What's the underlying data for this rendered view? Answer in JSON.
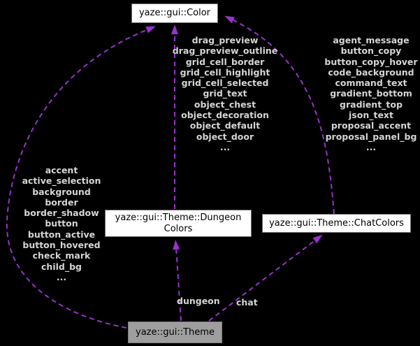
{
  "nodes": {
    "color": {
      "label": "yaze::gui::Color"
    },
    "dungeon_colors": {
      "lines": [
        "yaze::gui::Theme::Dungeon",
        "Colors"
      ]
    },
    "chat_colors": {
      "label": "yaze::gui::Theme::ChatColors"
    },
    "theme": {
      "label": "yaze::gui::Theme"
    }
  },
  "edges": {
    "theme_to_color": {
      "members": [
        "accent",
        "active_selection",
        "background",
        "border",
        "border_shadow",
        "button",
        "button_active",
        "button_hovered",
        "check_mark",
        "child_bg",
        "..."
      ]
    },
    "dungeon_colors_to_color": {
      "members": [
        "drag_preview",
        "drag_preview_outline",
        "grid_cell_border",
        "grid_cell_highlight",
        "grid_cell_selected",
        "grid_text",
        "object_chest",
        "object_decoration",
        "object_default",
        "object_door",
        "..."
      ]
    },
    "chat_colors_to_color": {
      "members": [
        "agent_message",
        "button_copy",
        "button_copy_hover",
        "code_background",
        "command_text",
        "gradient_bottom",
        "gradient_top",
        "json_text",
        "proposal_accent",
        "proposal_panel_bg",
        "..."
      ]
    },
    "theme_to_dungeon": {
      "label": "dungeon"
    },
    "theme_to_chat": {
      "label": "chat"
    }
  },
  "colors": {
    "background": "#000000",
    "edge": "#9932cc",
    "node_fill": "#ffffff",
    "node_border": "#6f6f6f",
    "node_text": "#000000",
    "active_node_fill": "#9e9e9e",
    "active_node_border": "#7d7d7d",
    "label_text": "#d4d4d4"
  }
}
